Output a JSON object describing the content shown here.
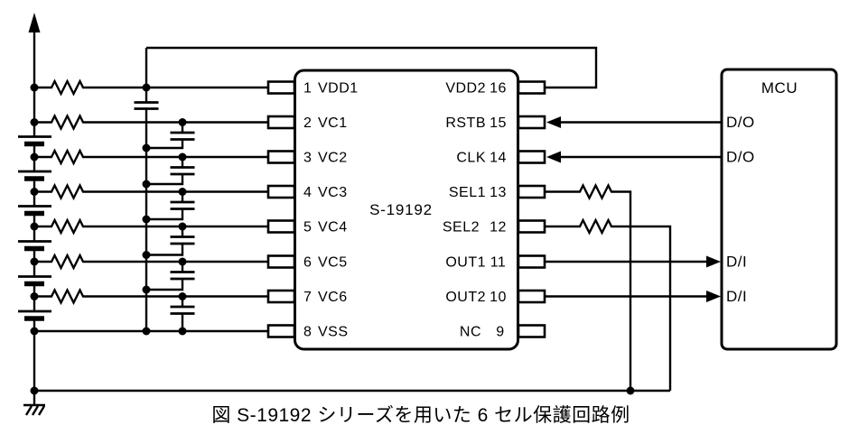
{
  "caption": "図 S-19192 シリーズを用いた 6 セル保護回路例",
  "ic": {
    "label": "S-19192",
    "left_pins": [
      {
        "number": "1",
        "name": "VDD1"
      },
      {
        "number": "2",
        "name": "VC1"
      },
      {
        "number": "3",
        "name": "VC2"
      },
      {
        "number": "4",
        "name": "VC3"
      },
      {
        "number": "5",
        "name": "VC4"
      },
      {
        "number": "6",
        "name": "VC5"
      },
      {
        "number": "7",
        "name": "VC6"
      },
      {
        "number": "8",
        "name": "VSS"
      }
    ],
    "right_pins": [
      {
        "name": "VDD2",
        "number": "16"
      },
      {
        "name": "RSTB",
        "number": "15"
      },
      {
        "name": "CLK",
        "number": "14"
      },
      {
        "name": "SEL1",
        "number": "13"
      },
      {
        "name": "SEL2",
        "number": "12"
      },
      {
        "name": "OUT1",
        "number": "11"
      },
      {
        "name": "OUT2",
        "number": "10"
      },
      {
        "name": "NC",
        "number": "9"
      }
    ]
  },
  "mcu": {
    "label": "MCU",
    "ports": [
      {
        "label": "D/O"
      },
      {
        "label": "D/O"
      },
      {
        "label": "D/I"
      },
      {
        "label": "D/I"
      }
    ]
  },
  "schematic": {
    "battery_cell_count": 6,
    "series_filter_resistor_count": 7,
    "filter_capacitor_count": 7,
    "sel_pulldown_resistor_count": 2
  },
  "colors": {
    "line": "#000000",
    "background": "#ffffff"
  }
}
